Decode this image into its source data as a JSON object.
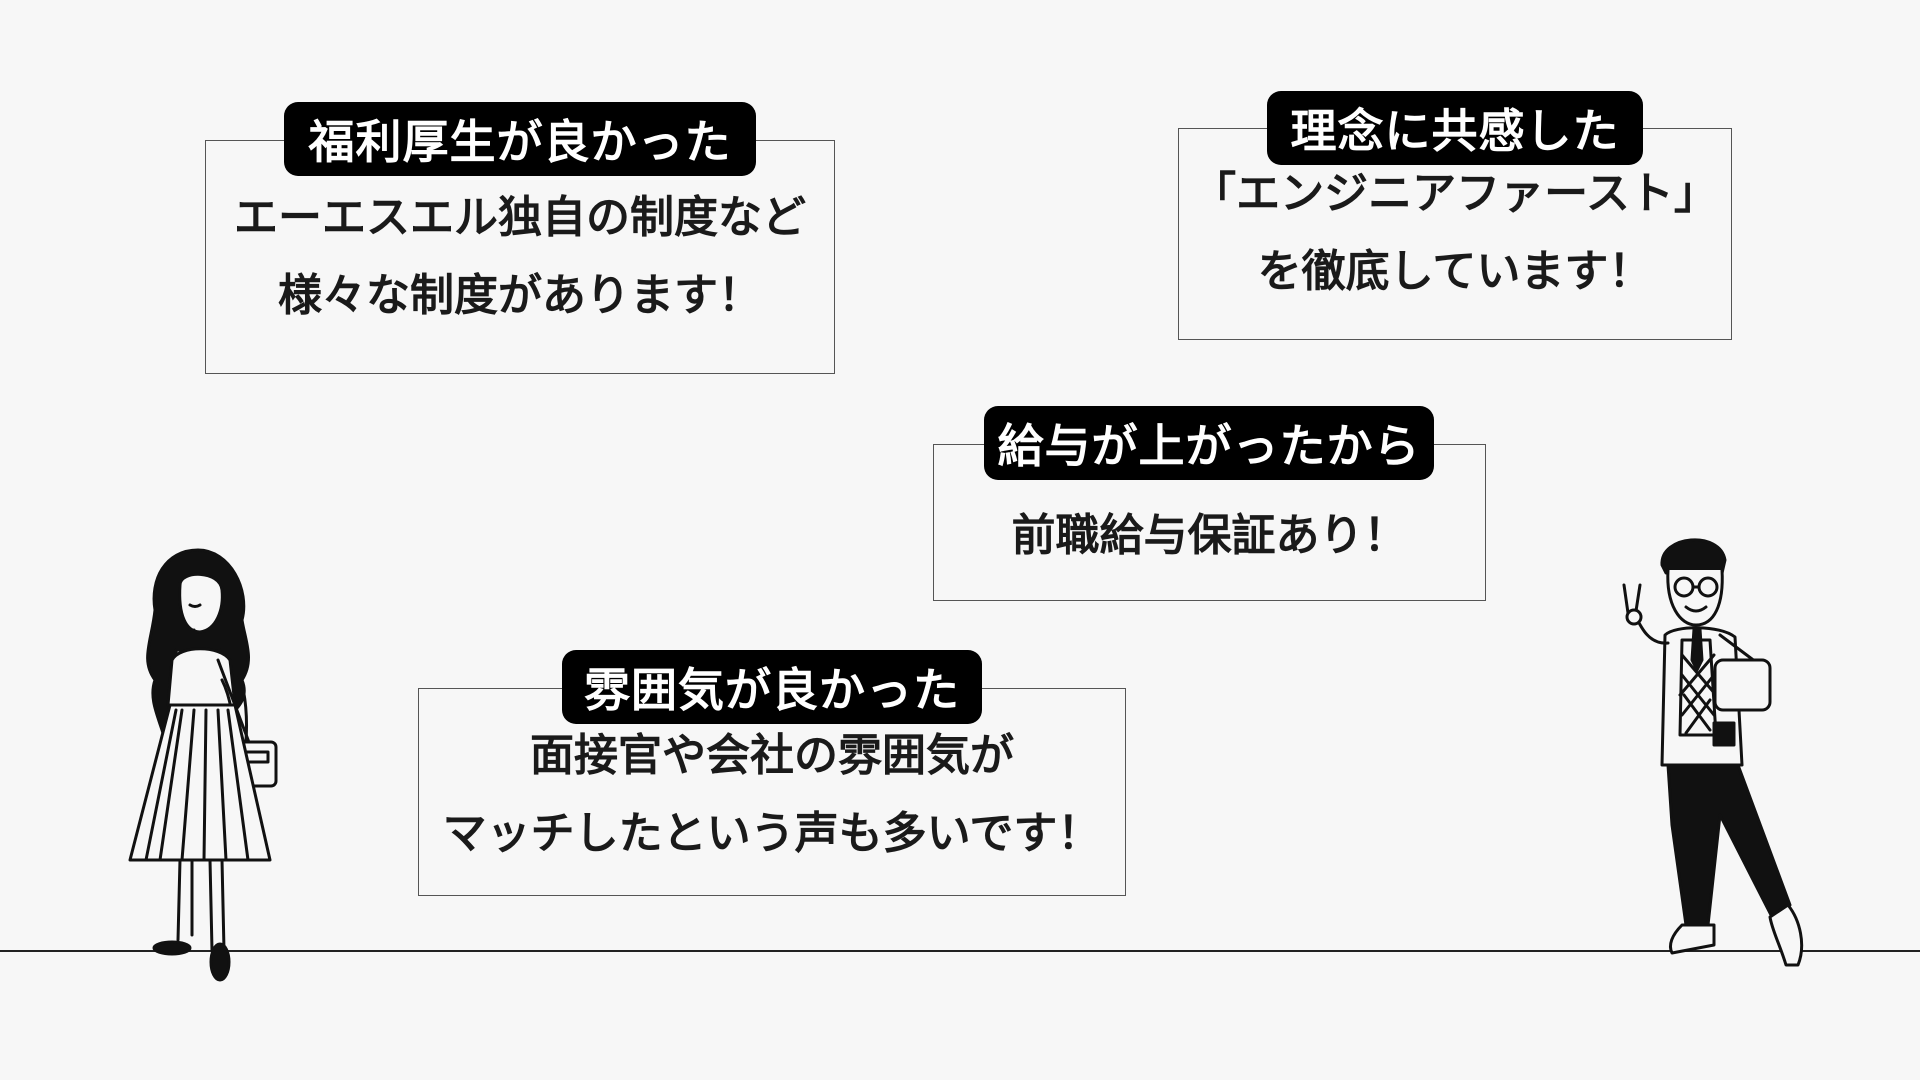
{
  "cards": [
    {
      "title": "福利厚生が良かった",
      "lines": [
        "エーエスエル独自の制度など",
        "様々な制度があります！"
      ]
    },
    {
      "title": "理念に共感した",
      "lines": [
        "「エンジニアファースト」",
        "を徹底しています！"
      ]
    },
    {
      "title": "給与が上がったから",
      "lines": [
        "前職給与保証あり！"
      ]
    },
    {
      "title": "雰囲気が良かった",
      "lines": [
        "面接官や会社の雰囲気が",
        "マッチしたという声も多いです！"
      ]
    }
  ]
}
